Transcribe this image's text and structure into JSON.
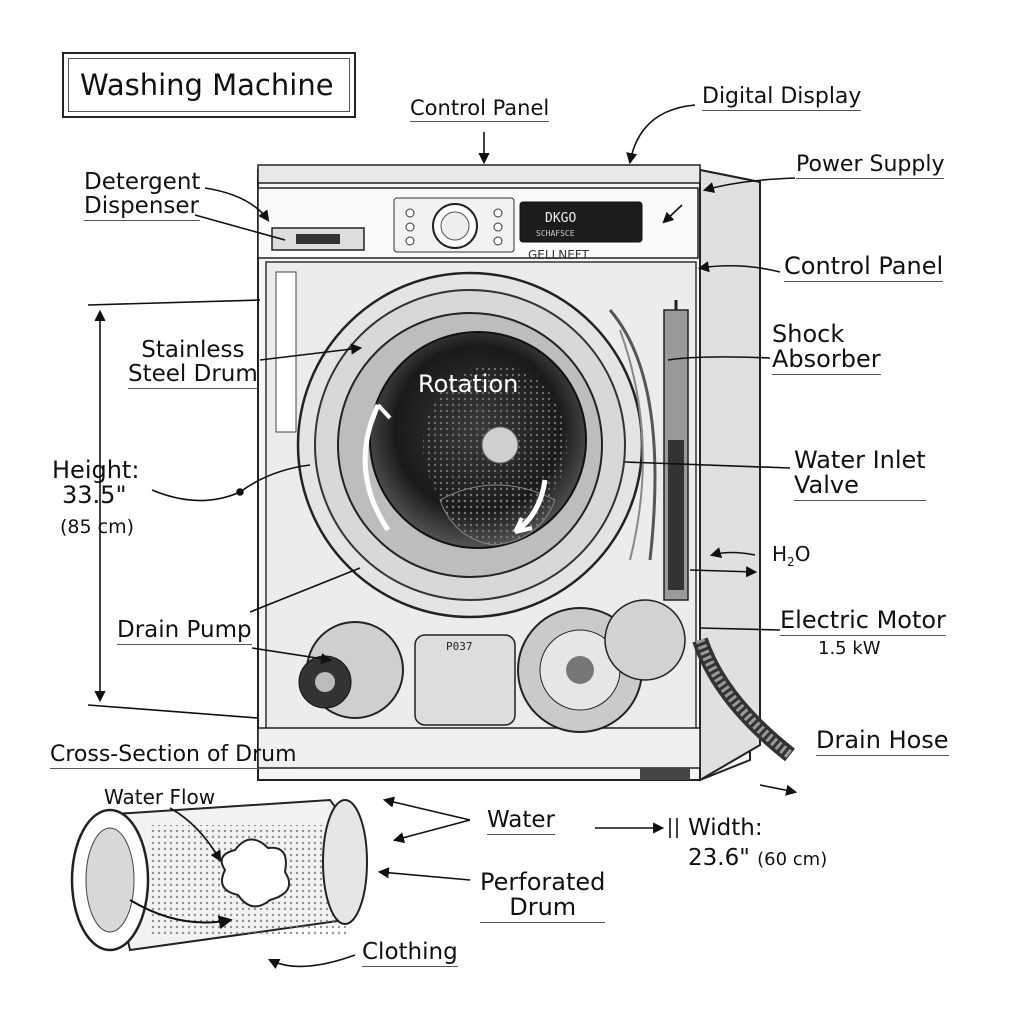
{
  "title": "Washing Machine",
  "labels": {
    "control_panel_top": "Control Panel",
    "digital_display": "Digital Display",
    "power_supply": "Power Supply",
    "control_panel_side": "Control Panel",
    "detergent_dispenser": [
      "Detergent",
      "Dispenser"
    ],
    "stainless_drum": [
      "Stainless",
      "Steel Drum"
    ],
    "rotation": "Rotation",
    "shock_absorber": [
      "Shock",
      "Absorber"
    ],
    "water_inlet": [
      "Water Inlet",
      "Valve"
    ],
    "h2o": "H",
    "h2o_sub": "2",
    "h2o_tail": "O",
    "height": [
      "Height:",
      "33.5\"",
      "(85 cm)"
    ],
    "drain_pump": "Drain Pump",
    "electric_motor": [
      "Electric Motor",
      "1.5 kW"
    ],
    "drain_hose": "Drain Hose",
    "cross_section": "Cross-Section of Drum",
    "water_flow": "Water Flow",
    "water": "Water",
    "width": [
      "Width:",
      "23.6\"",
      "(60 cm)"
    ],
    "perforated_drum": [
      "Perforated",
      "Drum"
    ],
    "clothing": "Clothing"
  },
  "machine_text": {
    "display_line1": "DKGO",
    "display_line2": "SCHAFSCE",
    "brand": "GELLNEFT",
    "pump_label": "P037"
  },
  "colors": {
    "ink": "#111111",
    "body_fill": "#f2f2f2",
    "panel_fill": "#ffffff",
    "shadow": "#c8c8c8"
  }
}
